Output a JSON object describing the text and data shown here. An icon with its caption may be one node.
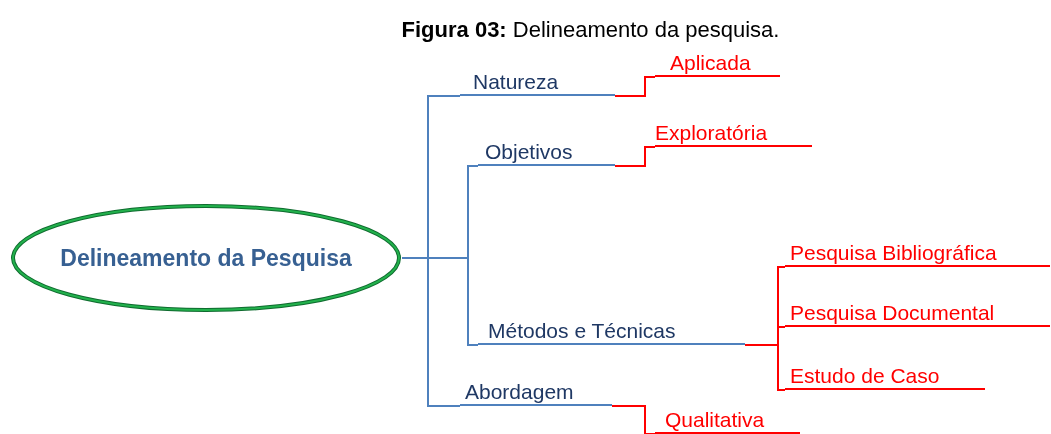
{
  "diagram": {
    "title": "**Figura 03:** Delineamento da pesquisa.",
    "nodes": [
      {
        "text": [
          "Delineamento da Pesquisa"
        ]
      },
      {
        "text": [
          "Natureza"
        ]
      },
      {
        "text": [
          "Objetivos"
        ]
      },
      {
        "text": [
          "Métodos e Técnicas"
        ]
      },
      {
        "text": [
          "Abordagem"
        ]
      },
      {
        "text": [
          "Aplicada"
        ]
      },
      {
        "text": [
          "Exploratória"
        ]
      },
      {
        "text": [
          "Pesquisa Bibliográfica"
        ]
      },
      {
        "text": [
          "Pesquisa Documental"
        ]
      },
      {
        "text": [
          "Estudo de Caso"
        ]
      },
      {
        "text": [
          "Qualitativa"
        ]
      }
    ],
    "edges": [
      {
        "from": 0,
        "to": 1,
        "arrow": "none",
        "color": "#4f81bd"
      },
      {
        "from": 0,
        "to": 2,
        "arrow": "none",
        "color": "#4f81bd"
      },
      {
        "from": 0,
        "to": 3,
        "arrow": "none",
        "color": "#4f81bd"
      },
      {
        "from": 0,
        "to": 4,
        "arrow": "none",
        "color": "#4f81bd"
      },
      {
        "from": 1,
        "to": 5,
        "arrow": "none"
      },
      {
        "from": 2,
        "to": 6,
        "arrow": "none"
      },
      {
        "from": 3,
        "to": 7,
        "arrow": "none"
      },
      {
        "from": 3,
        "to": 8,
        "arrow": "none"
      },
      {
        "from": 3,
        "to": 9,
        "arrow": "none"
      },
      {
        "from": 4,
        "to": 10,
        "arrow": "none"
      }
    ]
  }
}
